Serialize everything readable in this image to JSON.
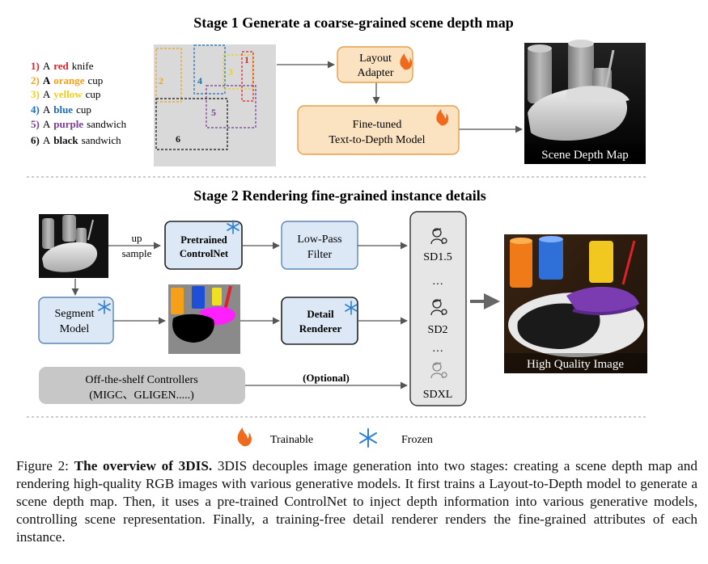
{
  "stage1": {
    "title": "Stage 1 Generate a coarse-grained scene depth map",
    "prompts": [
      {
        "num": "1)",
        "pre": "A",
        "word": "red",
        "post": "knife",
        "color": "#e0202a",
        "bold_word": true
      },
      {
        "num": "2)",
        "pre": "A",
        "word": "orange",
        "post": "cup",
        "color": "#f5a016",
        "bold_word": true
      },
      {
        "num": "3)",
        "pre": "A",
        "word": "yellow",
        "post": "cup",
        "color": "#eccf1f",
        "bold_word": true
      },
      {
        "num": "4)",
        "pre": "A",
        "word": "blue",
        "post": "cup",
        "color": "#1d6fb8",
        "bold_word": true
      },
      {
        "num": "5)",
        "pre": "A",
        "word": "purple",
        "post": "sandwich",
        "color": "#7a3c95",
        "bold_word": true
      },
      {
        "num": "6)",
        "pre": "A",
        "word": "black",
        "post": "sandwich",
        "color": "#111111",
        "bold_word": true
      }
    ],
    "box_labels": [
      "1",
      "2",
      "3",
      "4",
      "5",
      "6"
    ],
    "layout_adapter": "Layout Adapter",
    "layout_adapter_line1": "Layout",
    "layout_adapter_line2": "Adapter",
    "ttd_line1": "Fine-tuned",
    "ttd_line2": "Text-to-Depth Model",
    "depth_label": "Scene Depth Map"
  },
  "stage2": {
    "title": "Stage 2 Rendering fine-grained instance details",
    "upsample_line1": "up",
    "upsample_line2": "sample",
    "controlnet_line1": "Pretrained",
    "controlnet_line2": "ControlNet",
    "lowpass_line1": "Low-Pass",
    "lowpass_line2": "Filter",
    "segment_line1": "Segment",
    "segment_line2": "Model",
    "detail_line1": "Detail",
    "detail_line2": "Renderer",
    "controllers_line1": "Off-the-shelf Controllers",
    "controllers_line2": "(MIGC、GLIGEN.....)",
    "optional": "(Optional)",
    "models": [
      "SD1.5",
      "…",
      "SD2",
      "…",
      "SDXL"
    ],
    "output_label": "High Quality Image"
  },
  "legend": {
    "trainable": "Trainable",
    "frozen": "Frozen"
  },
  "caption": {
    "prefix": "Figure 2: ",
    "bold": "The overview of 3DIS.",
    "body": " 3DIS decouples image generation into two stages: creating a scene depth map and rendering high-quality RGB images with various generative models. It first trains a Layout-to-Depth model to generate a scene depth map. Then, it uses a pre-trained ControlNet to inject depth information into various generative models, controlling scene representation. Finally, a training-free detail renderer renders the fine-grained attributes of each instance."
  },
  "colors": {
    "trainable_fill": "#fbe3c2",
    "trainable_stroke": "#e7a04a",
    "frozen_fill": "#dce8f5",
    "frozen_stroke": "#5d86b4",
    "flame": "#f06a1e",
    "snowflake": "#2f7fd0",
    "controllers_fill": "#c7c7c7"
  }
}
